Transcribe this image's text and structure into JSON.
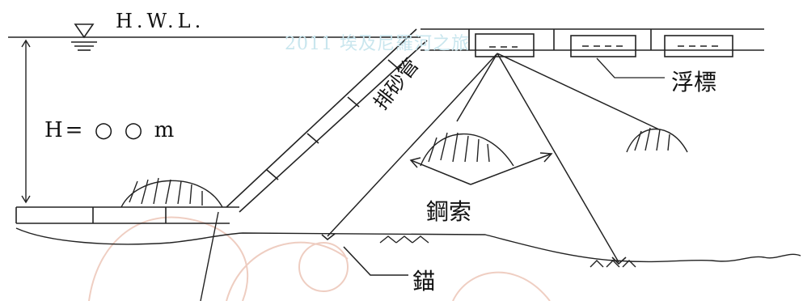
{
  "labels": {
    "hwl": "H.W.L.",
    "depth": "H= ○ ○ m",
    "sand_pipe": "排砂管",
    "float": "浮標",
    "steel_cable": "鋼索",
    "anchor": "錨"
  },
  "watermark": "2011 埃及尼羅河之旅",
  "colors": {
    "line": "#222222",
    "watermark_text": "#c9e6ee",
    "background_sketch": "#e8b9a8"
  }
}
